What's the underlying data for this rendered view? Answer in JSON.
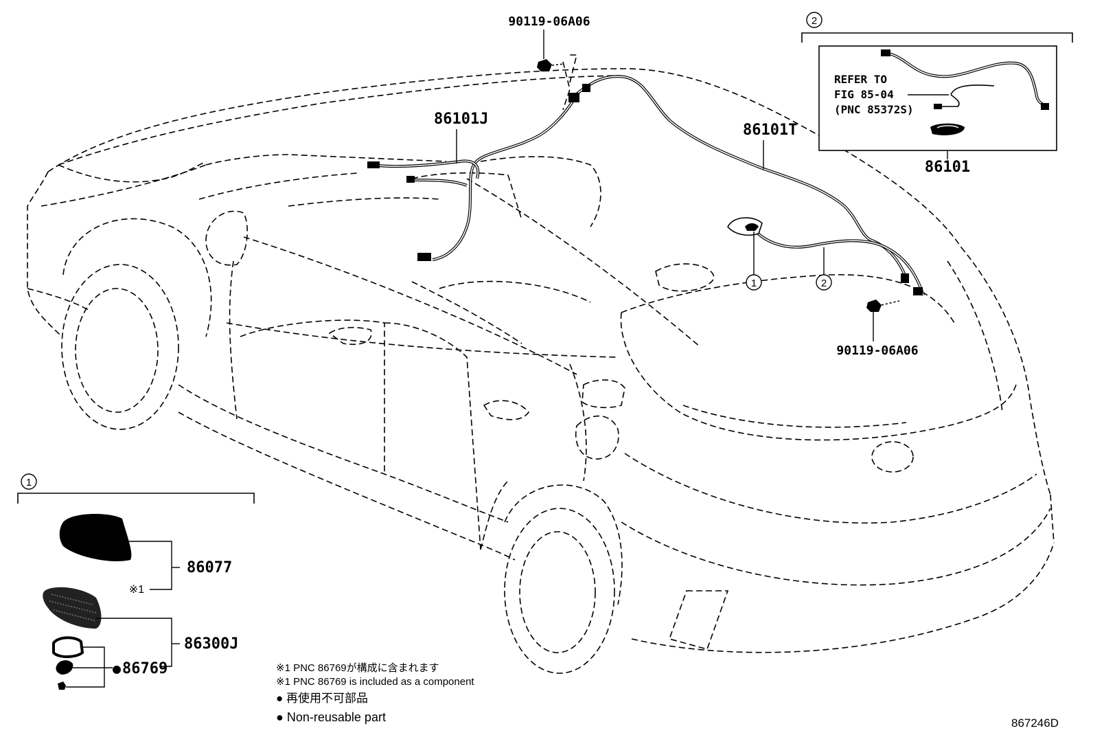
{
  "parts": {
    "bolt_top": "90119-06A06",
    "harness_j": "86101J",
    "harness_t": "86101T",
    "bolt_right": "90119-06A06",
    "harness_kit": "86101",
    "antenna_cover": "86077",
    "antenna_assy": "86300J",
    "gasket": "86769",
    "gasket_prefix": "●"
  },
  "refer_box": {
    "line1": "REFER TO",
    "line2": "FIG 85-04",
    "line3": "(PNC 85372S)"
  },
  "callouts": {
    "one": "1",
    "two": "2",
    "note_mark": "※1"
  },
  "notes": {
    "n1_jp": "※1 PNC 86769が構成に含まれます",
    "n1_en": "※1 PNC 86769 is included as a component",
    "n2_jp": "●  再使用不可部品",
    "n2_en": "●  Non-reusable part"
  },
  "figure_id": "867246D"
}
